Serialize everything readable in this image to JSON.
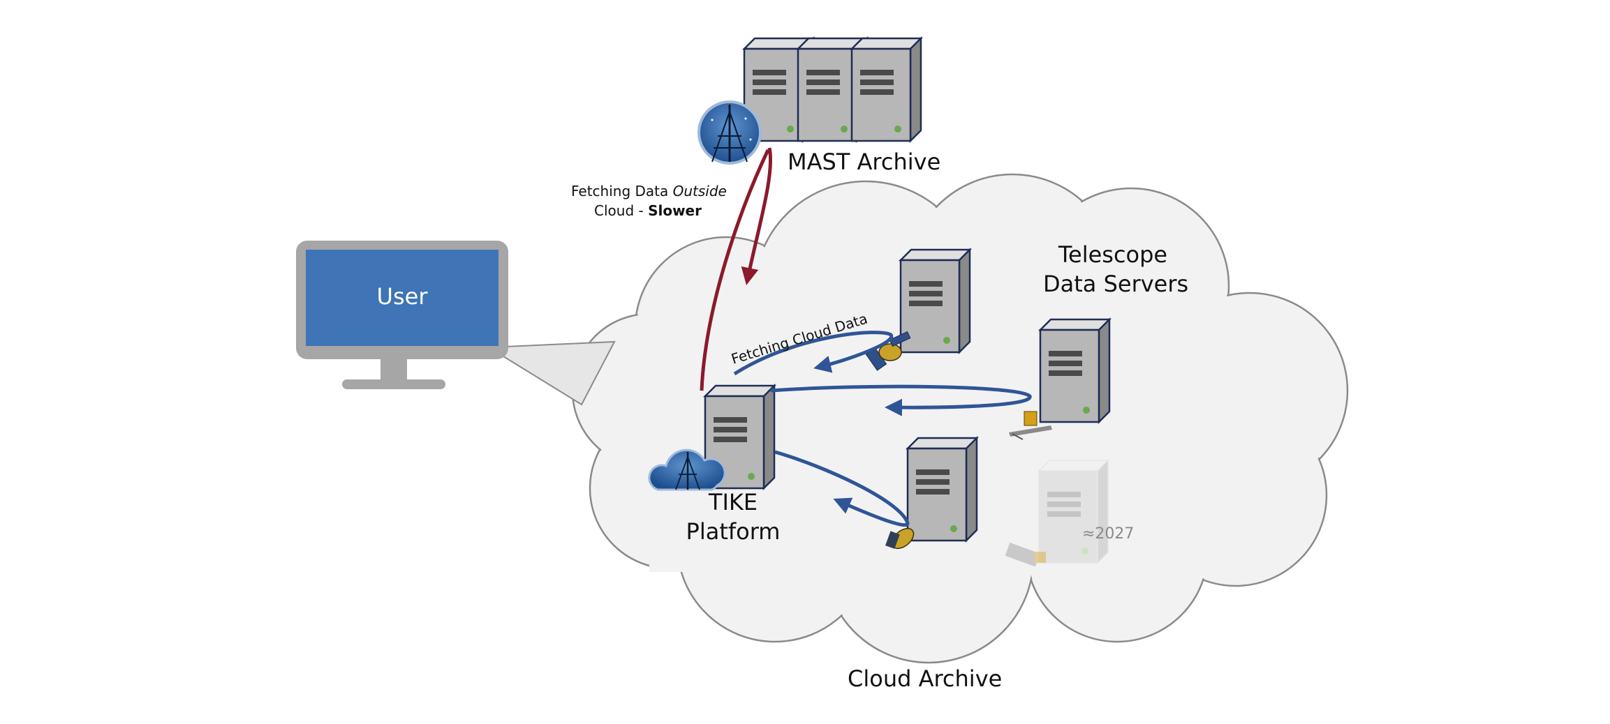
{
  "user": {
    "label": "User"
  },
  "mast": {
    "label": "MAST Archive"
  },
  "tike": {
    "line1": "TIKE",
    "line2": "Platform"
  },
  "telescope": {
    "line1": "Telescope",
    "line2": "Data Servers"
  },
  "cloud": {
    "label": "Cloud Archive"
  },
  "outside_fetch": {
    "prefix": "Fetching Data ",
    "emph": "Outside",
    "line2_prefix": "Cloud - ",
    "line2_bold": "Slower"
  },
  "cloud_fetch": {
    "label": "Fetching Cloud Data"
  },
  "future_server": {
    "year": "≈2027"
  },
  "colors": {
    "arrow_red": "#8b1a2b",
    "arrow_blue": "#2f5597",
    "monitor_blue": "#3f74b6",
    "server_face": "#b5b5b5"
  },
  "icons": [
    "mast-logo-icon",
    "tike-cloud-logo-icon",
    "server-icon",
    "monitor-icon",
    "telescope-icon"
  ]
}
